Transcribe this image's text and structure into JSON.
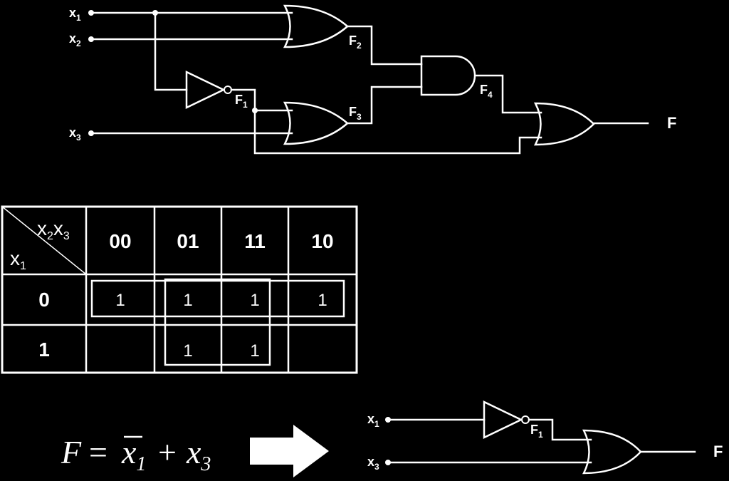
{
  "circuit1": {
    "inputs": {
      "x1": {
        "base": "x",
        "sub": "1"
      },
      "x2": {
        "base": "x",
        "sub": "2"
      },
      "x3": {
        "base": "x",
        "sub": "3"
      }
    },
    "nodes": {
      "F1": {
        "base": "F",
        "sub": "1"
      },
      "F2": {
        "base": "F",
        "sub": "2"
      },
      "F3": {
        "base": "F",
        "sub": "3"
      },
      "F4": {
        "base": "F",
        "sub": "4"
      }
    },
    "output": "F"
  },
  "kmap": {
    "corner_row": {
      "base": "x",
      "sub": "1"
    },
    "corner_col": {
      "base1": "x",
      "sub1": "2",
      "base2": "x",
      "sub2": "3"
    },
    "col_headers": [
      "00",
      "01",
      "11",
      "10"
    ],
    "row_headers": [
      "0",
      "1"
    ],
    "cells": [
      [
        "1",
        "1",
        "1",
        "1"
      ],
      [
        "",
        "1",
        "1",
        ""
      ]
    ]
  },
  "equation": {
    "lhs": "F",
    "equals": "=",
    "term1": {
      "base": "x",
      "sub": "1",
      "complemented": true
    },
    "plus": "+",
    "term2": {
      "base": "x",
      "sub": "3"
    }
  },
  "circuit2": {
    "inputs": {
      "x1": {
        "base": "x",
        "sub": "1"
      },
      "x3": {
        "base": "x",
        "sub": "3"
      }
    },
    "node": {
      "base": "F",
      "sub": "1"
    },
    "output": "F"
  }
}
